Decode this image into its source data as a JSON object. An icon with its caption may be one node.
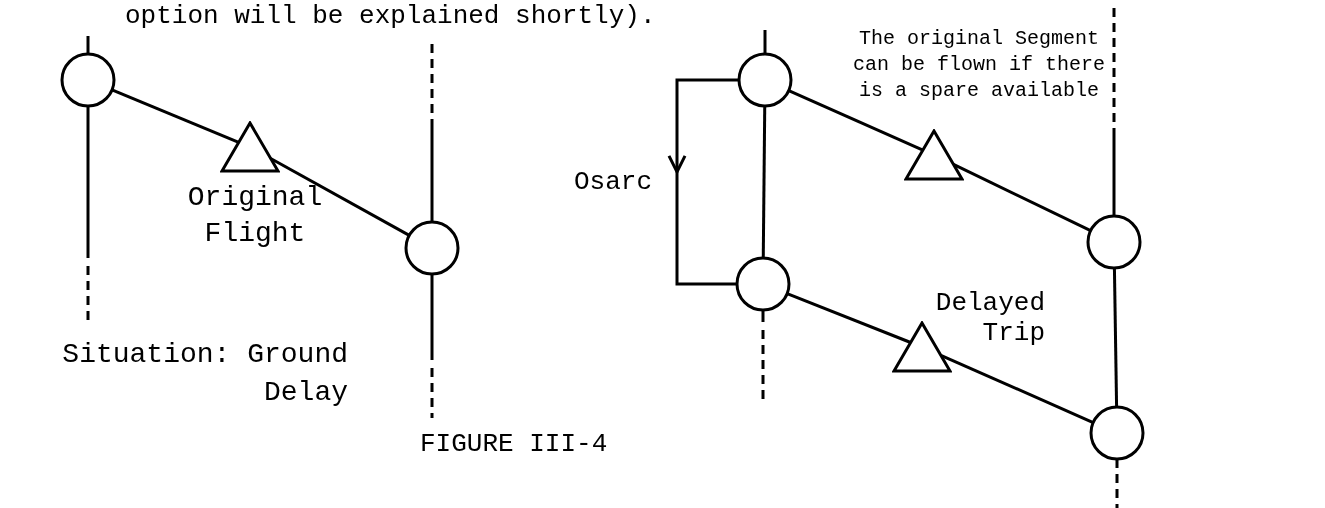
{
  "diagram": {
    "caption": "FIGURE III-4",
    "nodes": [
      {
        "text": [],
        "shape": "circle"
      },
      {
        "text": [],
        "shape": "triangle",
        "beside": [
          "Original Flight"
        ]
      },
      {
        "text": [],
        "shape": "circle"
      },
      {
        "text": [],
        "shape": "circle"
      },
      {
        "text": [],
        "shape": "circle"
      },
      {
        "text": [],
        "shape": "triangle",
        "beside": [
          "The original Segment can be flown if there is a spare available"
        ]
      },
      {
        "text": [],
        "shape": "circle"
      },
      {
        "text": [],
        "shape": "triangle",
        "beside": [
          "Delayed Trip"
        ]
      },
      {
        "text": [],
        "shape": "circle"
      }
    ],
    "edges": [
      {
        "from": 0,
        "to": 1,
        "arrow": "none"
      },
      {
        "from": 1,
        "to": 2,
        "arrow": "none"
      },
      {
        "from": 3,
        "to": 4,
        "arrow": "to",
        "label": "Osarc"
      },
      {
        "from": 3,
        "to": 4,
        "arrow": "none"
      },
      {
        "from": 3,
        "to": 5,
        "arrow": "none"
      },
      {
        "from": 5,
        "to": 6,
        "arrow": "none"
      },
      {
        "from": 4,
        "to": 7,
        "arrow": "none"
      },
      {
        "from": 7,
        "to": 8,
        "arrow": "none"
      },
      {
        "from": 6,
        "to": 8,
        "arrow": "none"
      }
    ],
    "labels": [
      "option will be explained shortly).",
      "Situation: Ground Delay"
    ]
  }
}
